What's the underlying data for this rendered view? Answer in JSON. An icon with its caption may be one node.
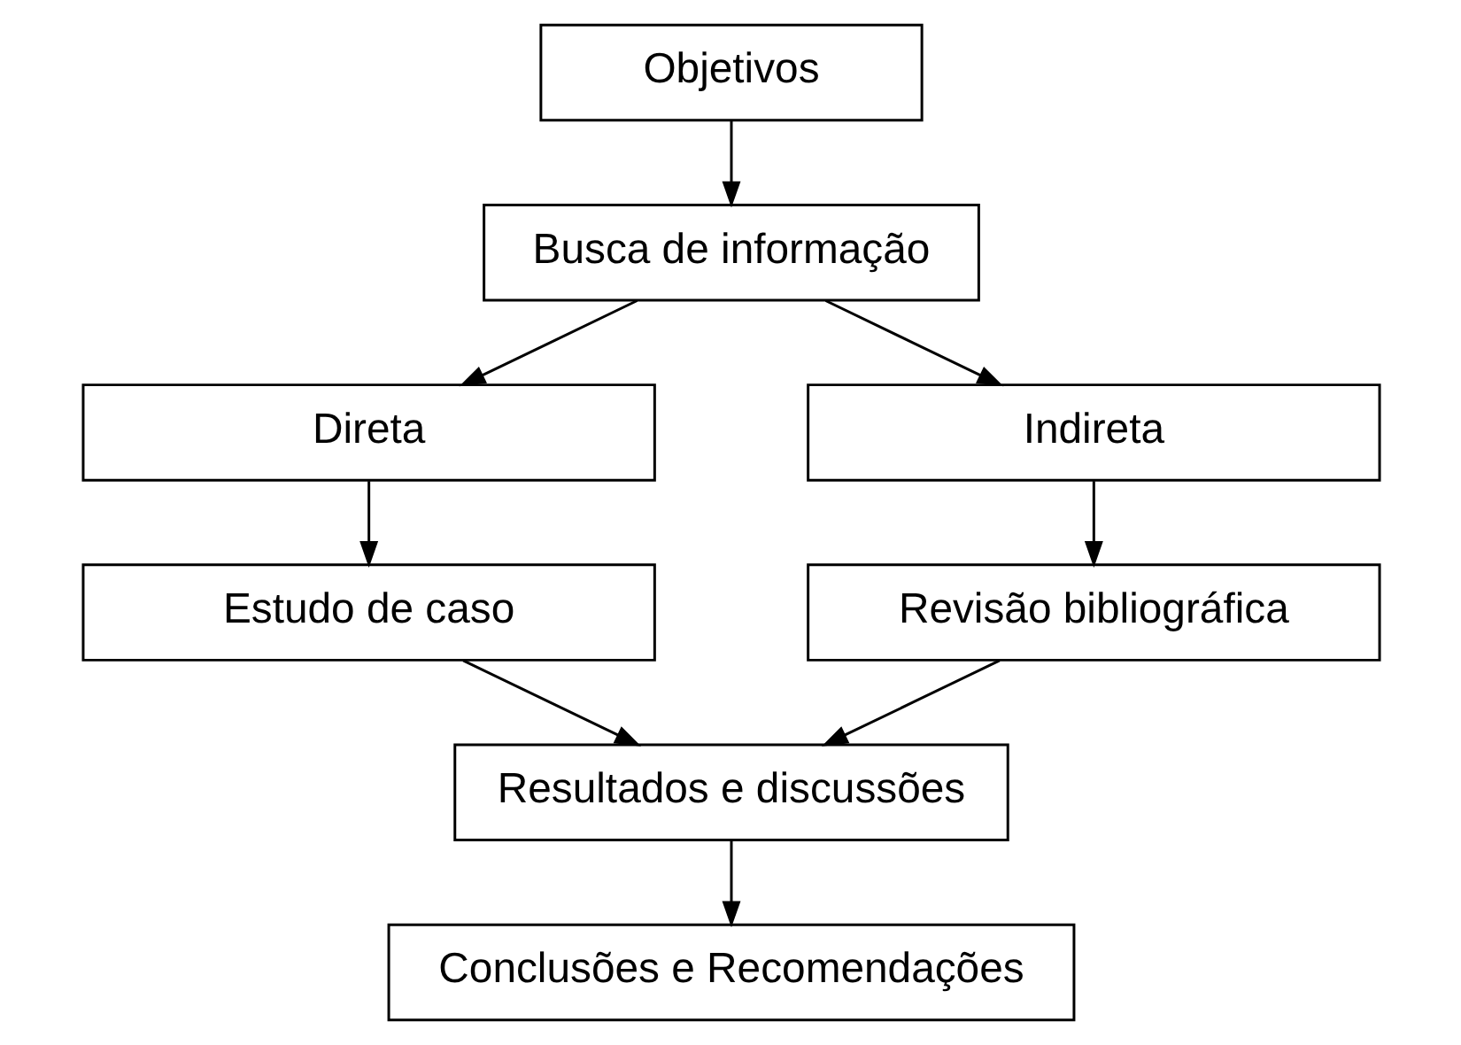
{
  "diagram": {
    "nodes": [
      {
        "text": [
          "Objetivos"
        ]
      },
      {
        "text": [
          "Busca de informação"
        ]
      },
      {
        "text": [
          "Direta"
        ]
      },
      {
        "text": [
          "Indireta"
        ]
      },
      {
        "text": [
          "Estudo de caso"
        ]
      },
      {
        "text": [
          "Revisão bibliográfica"
        ]
      },
      {
        "text": [
          "Resultados e discussões"
        ]
      },
      {
        "text": [
          "Conclusões e Recomendações"
        ]
      }
    ],
    "edges": [
      {
        "from": 0,
        "to": 1,
        "arrow": "to"
      },
      {
        "from": 1,
        "to": 2,
        "arrow": "to"
      },
      {
        "from": 1,
        "to": 3,
        "arrow": "to"
      },
      {
        "from": 2,
        "to": 4,
        "arrow": "to"
      },
      {
        "from": 3,
        "to": 5,
        "arrow": "to"
      },
      {
        "from": 4,
        "to": 6,
        "arrow": "to"
      },
      {
        "from": 5,
        "to": 6,
        "arrow": "to"
      },
      {
        "from": 6,
        "to": 7,
        "arrow": "to"
      }
    ]
  }
}
